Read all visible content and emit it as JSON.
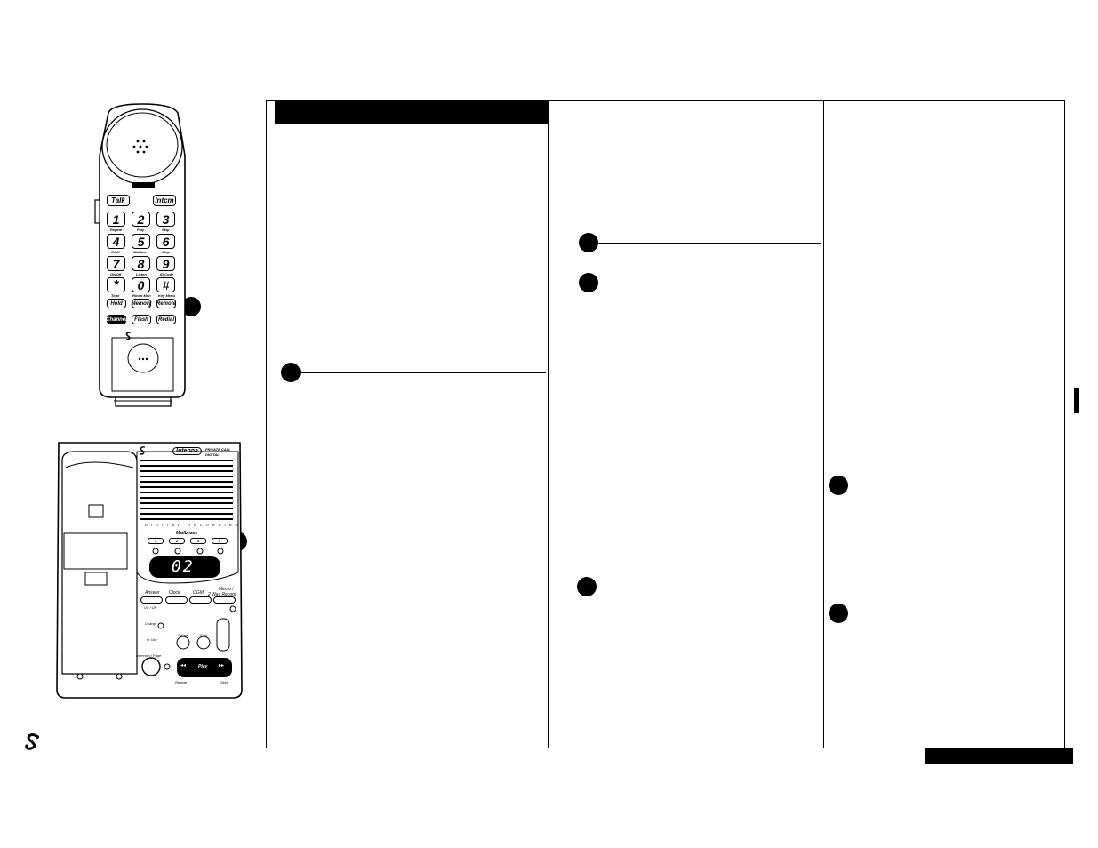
{
  "handset": {
    "top_keys": [
      "Talk",
      "Intcm"
    ],
    "digits": [
      {
        "digit": "1",
        "caption": "Repeat"
      },
      {
        "digit": "2",
        "caption": "Play"
      },
      {
        "digit": "3",
        "caption": "Skip"
      },
      {
        "digit": "4",
        "caption": "OGM"
      },
      {
        "digit": "5",
        "caption": "Mailbox"
      },
      {
        "digit": "6",
        "caption": "Stop"
      },
      {
        "digit": "7",
        "caption": "On/Off"
      },
      {
        "digit": "8",
        "caption": "Listen"
      },
      {
        "digit": "9",
        "caption": "ID Code"
      },
      {
        "digit": "*",
        "caption": "Tone"
      },
      {
        "digit": "0",
        "caption": "Room Mon"
      },
      {
        "digit": "#",
        "caption": "Key Menu"
      }
    ],
    "function_keys": [
      "Hold",
      "Memory",
      "Remote"
    ],
    "bottom_keys": [
      "Channel",
      "Flash",
      "Redial"
    ]
  },
  "base": {
    "brand": "Intenna",
    "model_line1": "PRIVATE CALL",
    "model_line2": "DIGITAL",
    "speaker_caption": "DIGITAL RECORDING",
    "mailbox_label": "Mailboxes",
    "mailbox_numbers": [
      "1",
      "2",
      "3",
      "4"
    ],
    "display_value": "02",
    "buttons": {
      "answer": "Answer",
      "answer_sub": "On / Off",
      "clock": "Clock",
      "ogm": "OGM",
      "memo": "Memo /",
      "memo_sub": "2 Way Record",
      "charge": "Charge",
      "in_use": "In Use",
      "delete": "Delete",
      "stop": "Stop",
      "intercom": "Intercom / Page",
      "play": "Play",
      "repeat": "Repeat",
      "skip": "Skip"
    }
  },
  "colors": {
    "ink": "#000000",
    "paper": "#ffffff"
  }
}
